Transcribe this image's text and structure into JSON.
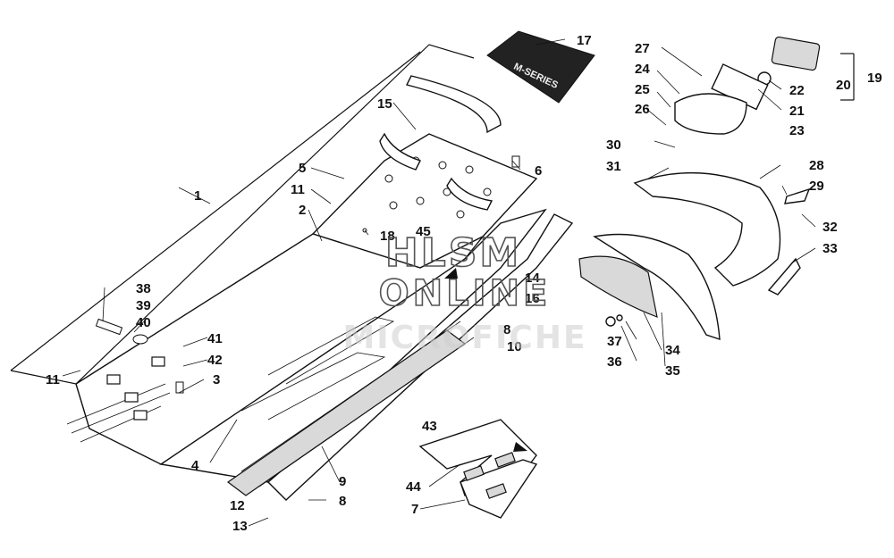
{
  "diagram": {
    "callouts": [
      "1",
      "2",
      "3",
      "4",
      "5",
      "6",
      "7",
      "8",
      "8",
      "9",
      "10",
      "11",
      "11",
      "12",
      "13",
      "14",
      "15",
      "16",
      "17",
      "18",
      "19",
      "20",
      "21",
      "22",
      "23",
      "24",
      "25",
      "26",
      "27",
      "28",
      "29",
      "30",
      "31",
      "32",
      "33",
      "34",
      "35",
      "36",
      "37",
      "38",
      "39",
      "40",
      "41",
      "42",
      "43",
      "44",
      "45"
    ],
    "decal_text": "M-SERIES",
    "watermark": {
      "line1": "HLSM",
      "line2": "ONLINE",
      "line3": "MICROFICHE"
    }
  }
}
